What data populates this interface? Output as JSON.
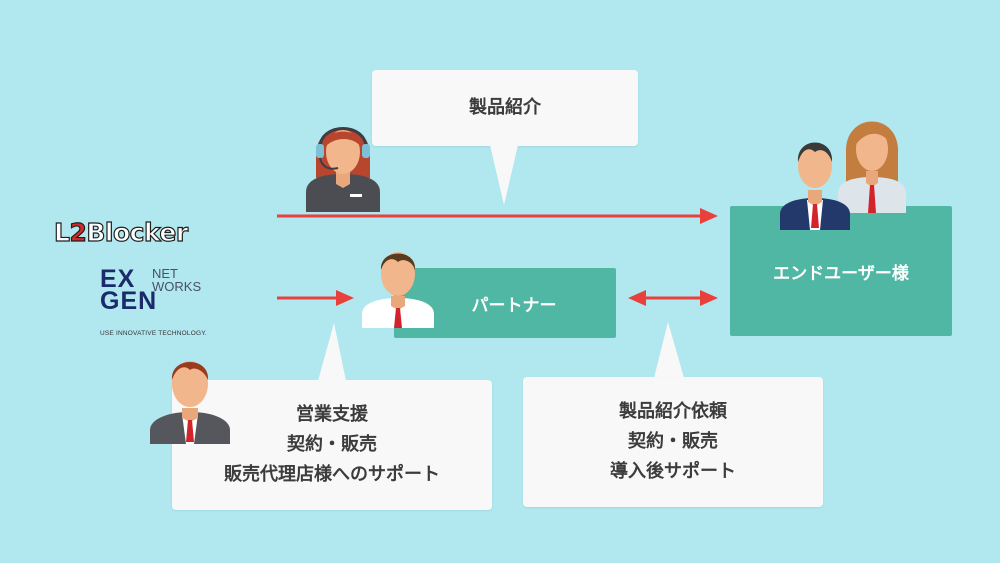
{
  "logos": {
    "l2blocker": {
      "prefix": "L",
      "digit": "2",
      "suffix": "Blocker"
    },
    "exgen": {
      "line1": "EX",
      "line2": "GEN",
      "net": "NET",
      "works": "WORKS",
      "tagline": "USE INNOVATIVE TECHNOLOGY."
    }
  },
  "nodes": {
    "partner": "パートナー",
    "end_user": "エンドユーザー様"
  },
  "bubbles": {
    "top": [
      "製品紹介"
    ],
    "left": [
      "営業支援",
      "契約・販売",
      "販売代理店様へのサポート"
    ],
    "right": [
      "製品紹介依頼",
      "契約・販売",
      "導入後サポート"
    ]
  },
  "icons": {
    "operator": "operator-headset-woman-icon",
    "partner": "partner-man-icon",
    "sales": "salesman-icon",
    "end_user_man": "businessman-icon",
    "end_user_woman": "businesswoman-icon"
  },
  "colors": {
    "background": "#b1e8f0",
    "teal": "#4fb7a4",
    "arrow": "#e8413c",
    "bubble": "#f8f8f8"
  }
}
